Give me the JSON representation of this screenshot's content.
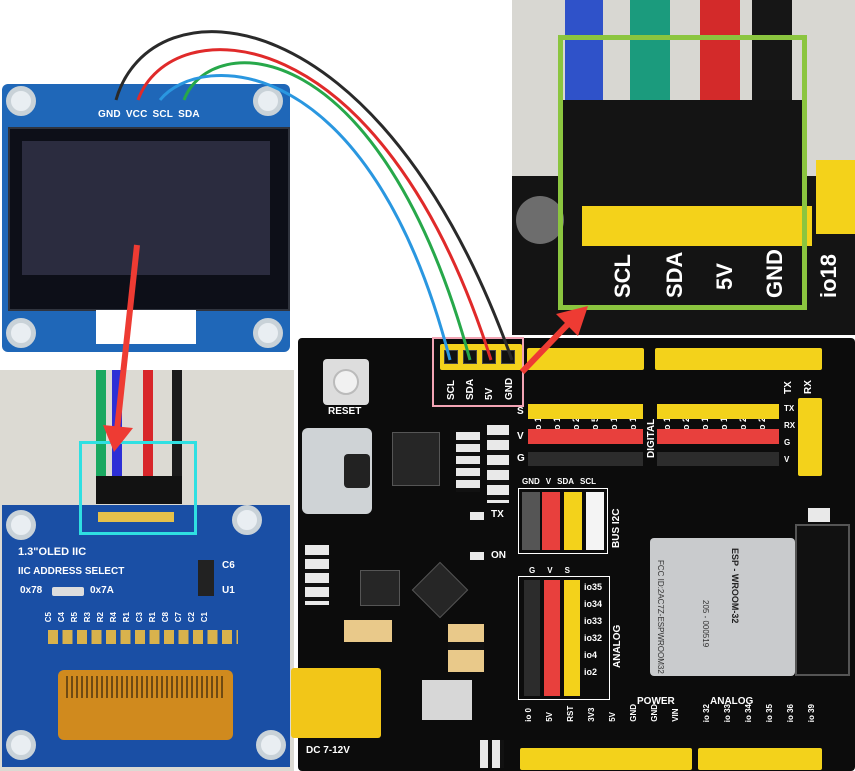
{
  "oled_module": {
    "pin_labels": [
      "GND",
      "VCC",
      "SCL",
      "SDA"
    ]
  },
  "oled_back": {
    "title": "1.3\"OLED IIC",
    "subtitle": "IIC ADDRESS SELECT",
    "addr_a": "0x78",
    "addr_b": "0x7A",
    "part_labels": [
      "C5",
      "C4",
      "R5",
      "R3",
      "R2",
      "R4",
      "R1",
      "C3",
      "R1",
      "C8",
      "C7",
      "C2",
      "C1"
    ],
    "side_labels": [
      "C6",
      "U1"
    ]
  },
  "board": {
    "reset_label": "RESET",
    "top_header_labels": [
      "SCL",
      "SDA",
      "5V",
      "GND"
    ],
    "io_labels_left": [
      "io 18",
      "io 19",
      "io 23",
      "io 5",
      "io 13",
      "io 12"
    ],
    "io_labels_right": [
      "io 14",
      "io 27",
      "io 16",
      "io 17",
      "io 25",
      "io 26"
    ],
    "tx_label": "TX",
    "rx_label": "RX",
    "row_labels": [
      "S",
      "V",
      "G"
    ],
    "digital_label": "DIGITAL",
    "tx_rx_side": [
      "TX",
      "RX",
      "G",
      "V"
    ],
    "bus_header": [
      "GND",
      "V",
      "SDA",
      "SCL"
    ],
    "bus_label": "BUS I2C",
    "analog_header": [
      "G",
      "V",
      "S"
    ],
    "analog_pins": [
      "io35",
      "io34",
      "io33",
      "io32",
      "io4",
      "io2"
    ],
    "analog_label": "ANALOG",
    "led_tx": "TX",
    "led_on": "ON",
    "esp_text": [
      "ESP - WROOM-32",
      "FCC ID:2AC7Z-ESPWROOM32",
      "205 - 000519"
    ],
    "power_label": "POWER",
    "power_pins": [
      "io 0",
      "5V",
      "RST",
      "3V3",
      "5V",
      "GND",
      "GND",
      "VIN"
    ],
    "analog_bottom_label": "ANALOG",
    "analog_bottom_pins": [
      "io 32",
      "io 33",
      "io 34",
      "io 35",
      "io 36",
      "io 39"
    ],
    "dc_label": "DC 7-12V"
  },
  "zoom": {
    "labels": [
      "SCL",
      "SDA",
      "5V",
      "GND"
    ],
    "side_label": "io18"
  },
  "colors": {
    "wire_black": "#2a2a2a",
    "wire_red": "#e02a2a",
    "wire_green": "#27a84a",
    "wire_blue": "#2a97e0",
    "arrow_red": "#ee3b33",
    "box_green": "#8bc53f",
    "box_cyan": "#2fe0e2",
    "box_pink": "#f2a4b4"
  }
}
